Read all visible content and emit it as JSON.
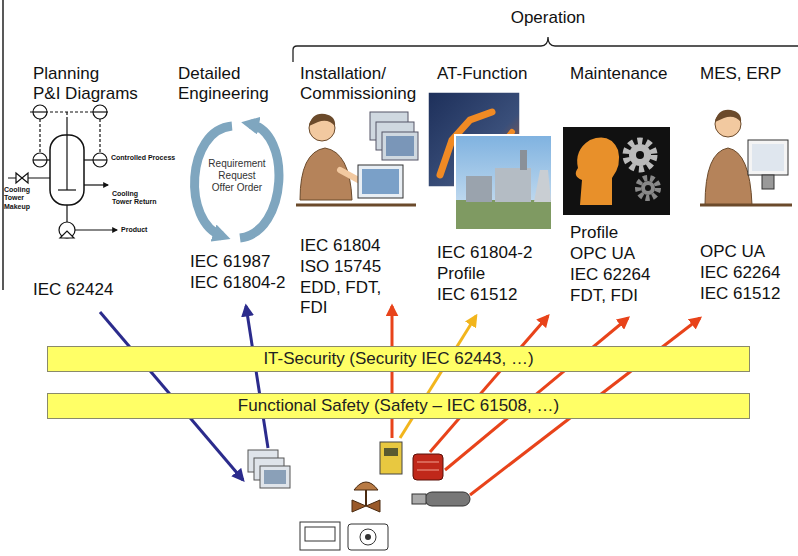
{
  "diagram": {
    "nodes": [
      {
        "text": [
          "IT-Security (Security IEC 62443, …)"
        ]
      },
      {
        "text": [
          "Functional Safety (Safety – IEC 61508, …)"
        ]
      }
    ],
    "labels": [
      "Operation",
      "Planning",
      "P&I Diagrams",
      "Detailed Engineering",
      "Installation/ Commissioning",
      "AT-Function",
      "Maintenance",
      "MES, ERP",
      "Controlled Process",
      "Cooling Tower Makeup",
      "Cooling Tower Return",
      "Product",
      "Requirement Request Offer Order",
      "IEC 62424",
      "IEC 61987",
      "IEC 61804-2",
      "IEC 61804",
      "ISO 15745",
      "EDD, FDT, FDI",
      "IEC 61804-2",
      "Profile",
      "IEC 61512",
      "Profile",
      "OPC UA",
      "IEC 62264",
      "FDT, FDI",
      "OPC UA",
      "IEC 62264",
      "IEC 61512"
    ]
  }
}
